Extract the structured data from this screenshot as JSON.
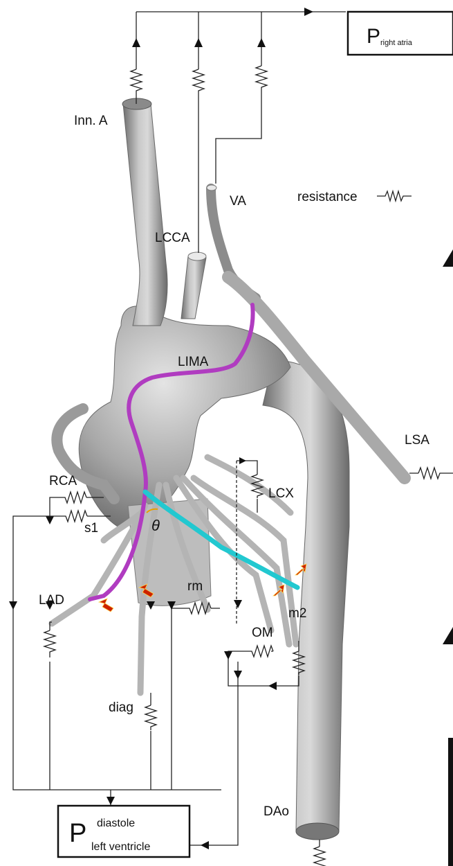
{
  "boxes": {
    "right_atria": {
      "main": "P",
      "sub": "right atria"
    },
    "left_ventricle": {
      "main": "P",
      "sup": "diastole",
      "sub": "left ventricle"
    }
  },
  "legend": {
    "label": "resistance"
  },
  "vessels": {
    "inn_a": "Inn. A",
    "va": "VA",
    "lcca": "LCCA",
    "lima": "LIMA",
    "lsa": "LSA",
    "rca": "RCA",
    "lcx": "LCX",
    "s1": "s1",
    "theta": "θ",
    "lad": "LAD",
    "rm": "rm",
    "m2": "m2",
    "om": "OM",
    "diag": "diag",
    "dao": "DAo"
  },
  "colors": {
    "vessel_gray": "#9a9a9a",
    "lima_graft": "#b03cc0",
    "cyan_graft": "#22c8d0",
    "stenosis_arrow": "#cc2200"
  }
}
